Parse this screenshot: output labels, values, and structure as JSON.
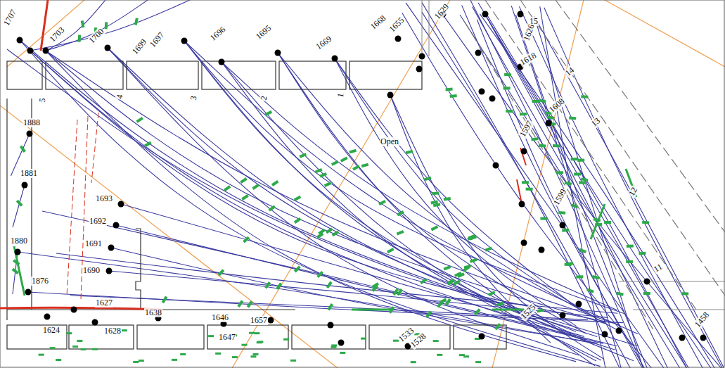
{
  "diagram": {
    "labels": [
      "1707",
      "1703",
      "1700",
      "1699",
      "1697",
      "1696",
      "1695",
      "1669",
      "1668",
      "1655",
      "1629",
      "15",
      "1626",
      "1618",
      "14",
      "1608",
      "13",
      "1597",
      "1599",
      "12",
      "11",
      "1458",
      "5",
      "4",
      "3",
      "2",
      "1",
      "Open",
      "1888",
      "1881",
      "1880",
      "1876",
      "1693",
      "1692",
      "1691",
      "1690",
      "1627",
      "1638",
      "1646",
      "1657",
      "1624",
      "1628",
      "1647",
      "1533",
      "1528",
      "1525"
    ]
  }
}
